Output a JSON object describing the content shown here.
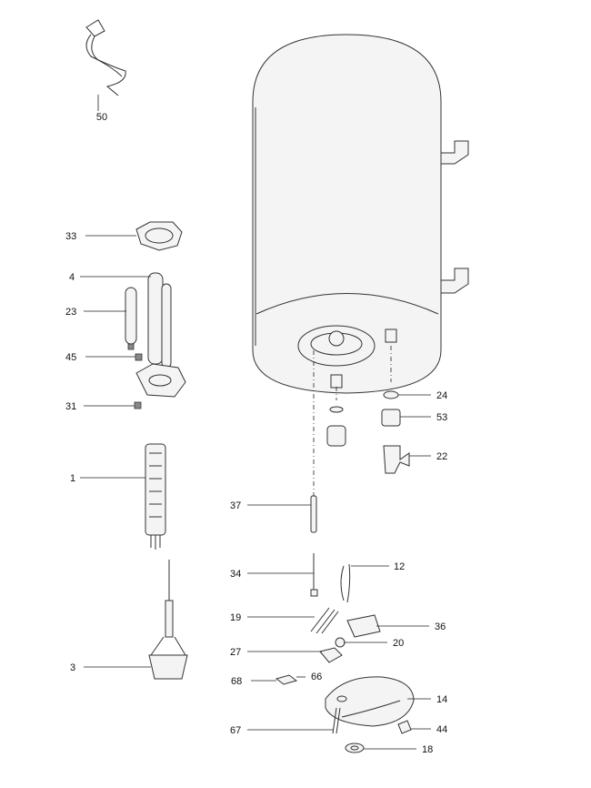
{
  "callouts": {
    "c50": "50",
    "c33": "33",
    "c4": "4",
    "c23": "23",
    "c45": "45",
    "c31": "31",
    "c1": "1",
    "c3": "3",
    "c24": "24",
    "c53": "53",
    "c22": "22",
    "c37": "37",
    "c34": "34",
    "c12": "12",
    "c19": "19",
    "c36": "36",
    "c27": "27",
    "c20": "20",
    "c68": "68",
    "c66": "66",
    "c14": "14",
    "c67": "67",
    "c44": "44",
    "c18": "18"
  }
}
